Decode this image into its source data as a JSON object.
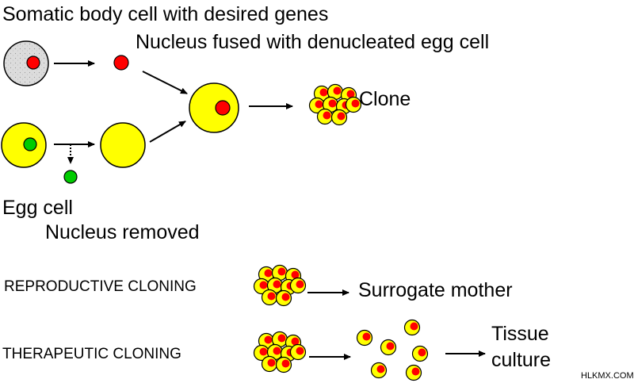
{
  "labels": {
    "somatic": "Somatic body cell with desired genes",
    "fused": "Nucleus fused with denucleated egg cell",
    "clone": "Clone",
    "egg_cell": "Egg cell",
    "nucleus_removed": "Nucleus removed",
    "reproductive": "REPRODUCTIVE CLONING",
    "surrogate": "Surrogate mother",
    "therapeutic": "THERAPEUTIC CLONING",
    "tissue_line1": "Tissue",
    "tissue_line2": "culture",
    "watermark": "HLKMX.COM"
  },
  "colors": {
    "somatic_cell": "#dcdcdc",
    "egg_cell": "#ffff00",
    "somatic_nucleus": "#ff0000",
    "egg_nucleus": "#00cc00",
    "outline": "#000000"
  }
}
